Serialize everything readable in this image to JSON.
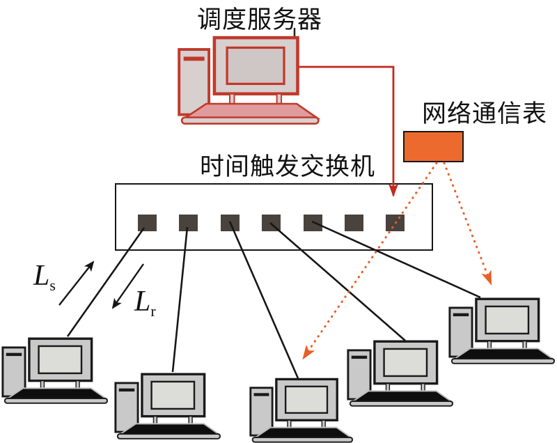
{
  "diagram": {
    "server": {
      "label": "调度服务器"
    },
    "comm_table": {
      "label": "网络通信表"
    },
    "switch": {
      "label": "时间触发交换机",
      "port_count": 7
    },
    "links": {
      "send_main": "L",
      "send_sub": "s",
      "receive_main": "L",
      "receive_sub": "r"
    },
    "terminals": {
      "count": 5
    },
    "colors": {
      "red_line": "#c4281e",
      "orange_box": "#ed6a2e",
      "orange_dotted": "#e85f28",
      "port": "#4a423c",
      "black_line": "#161616",
      "server_outline": "#c0392b"
    }
  }
}
